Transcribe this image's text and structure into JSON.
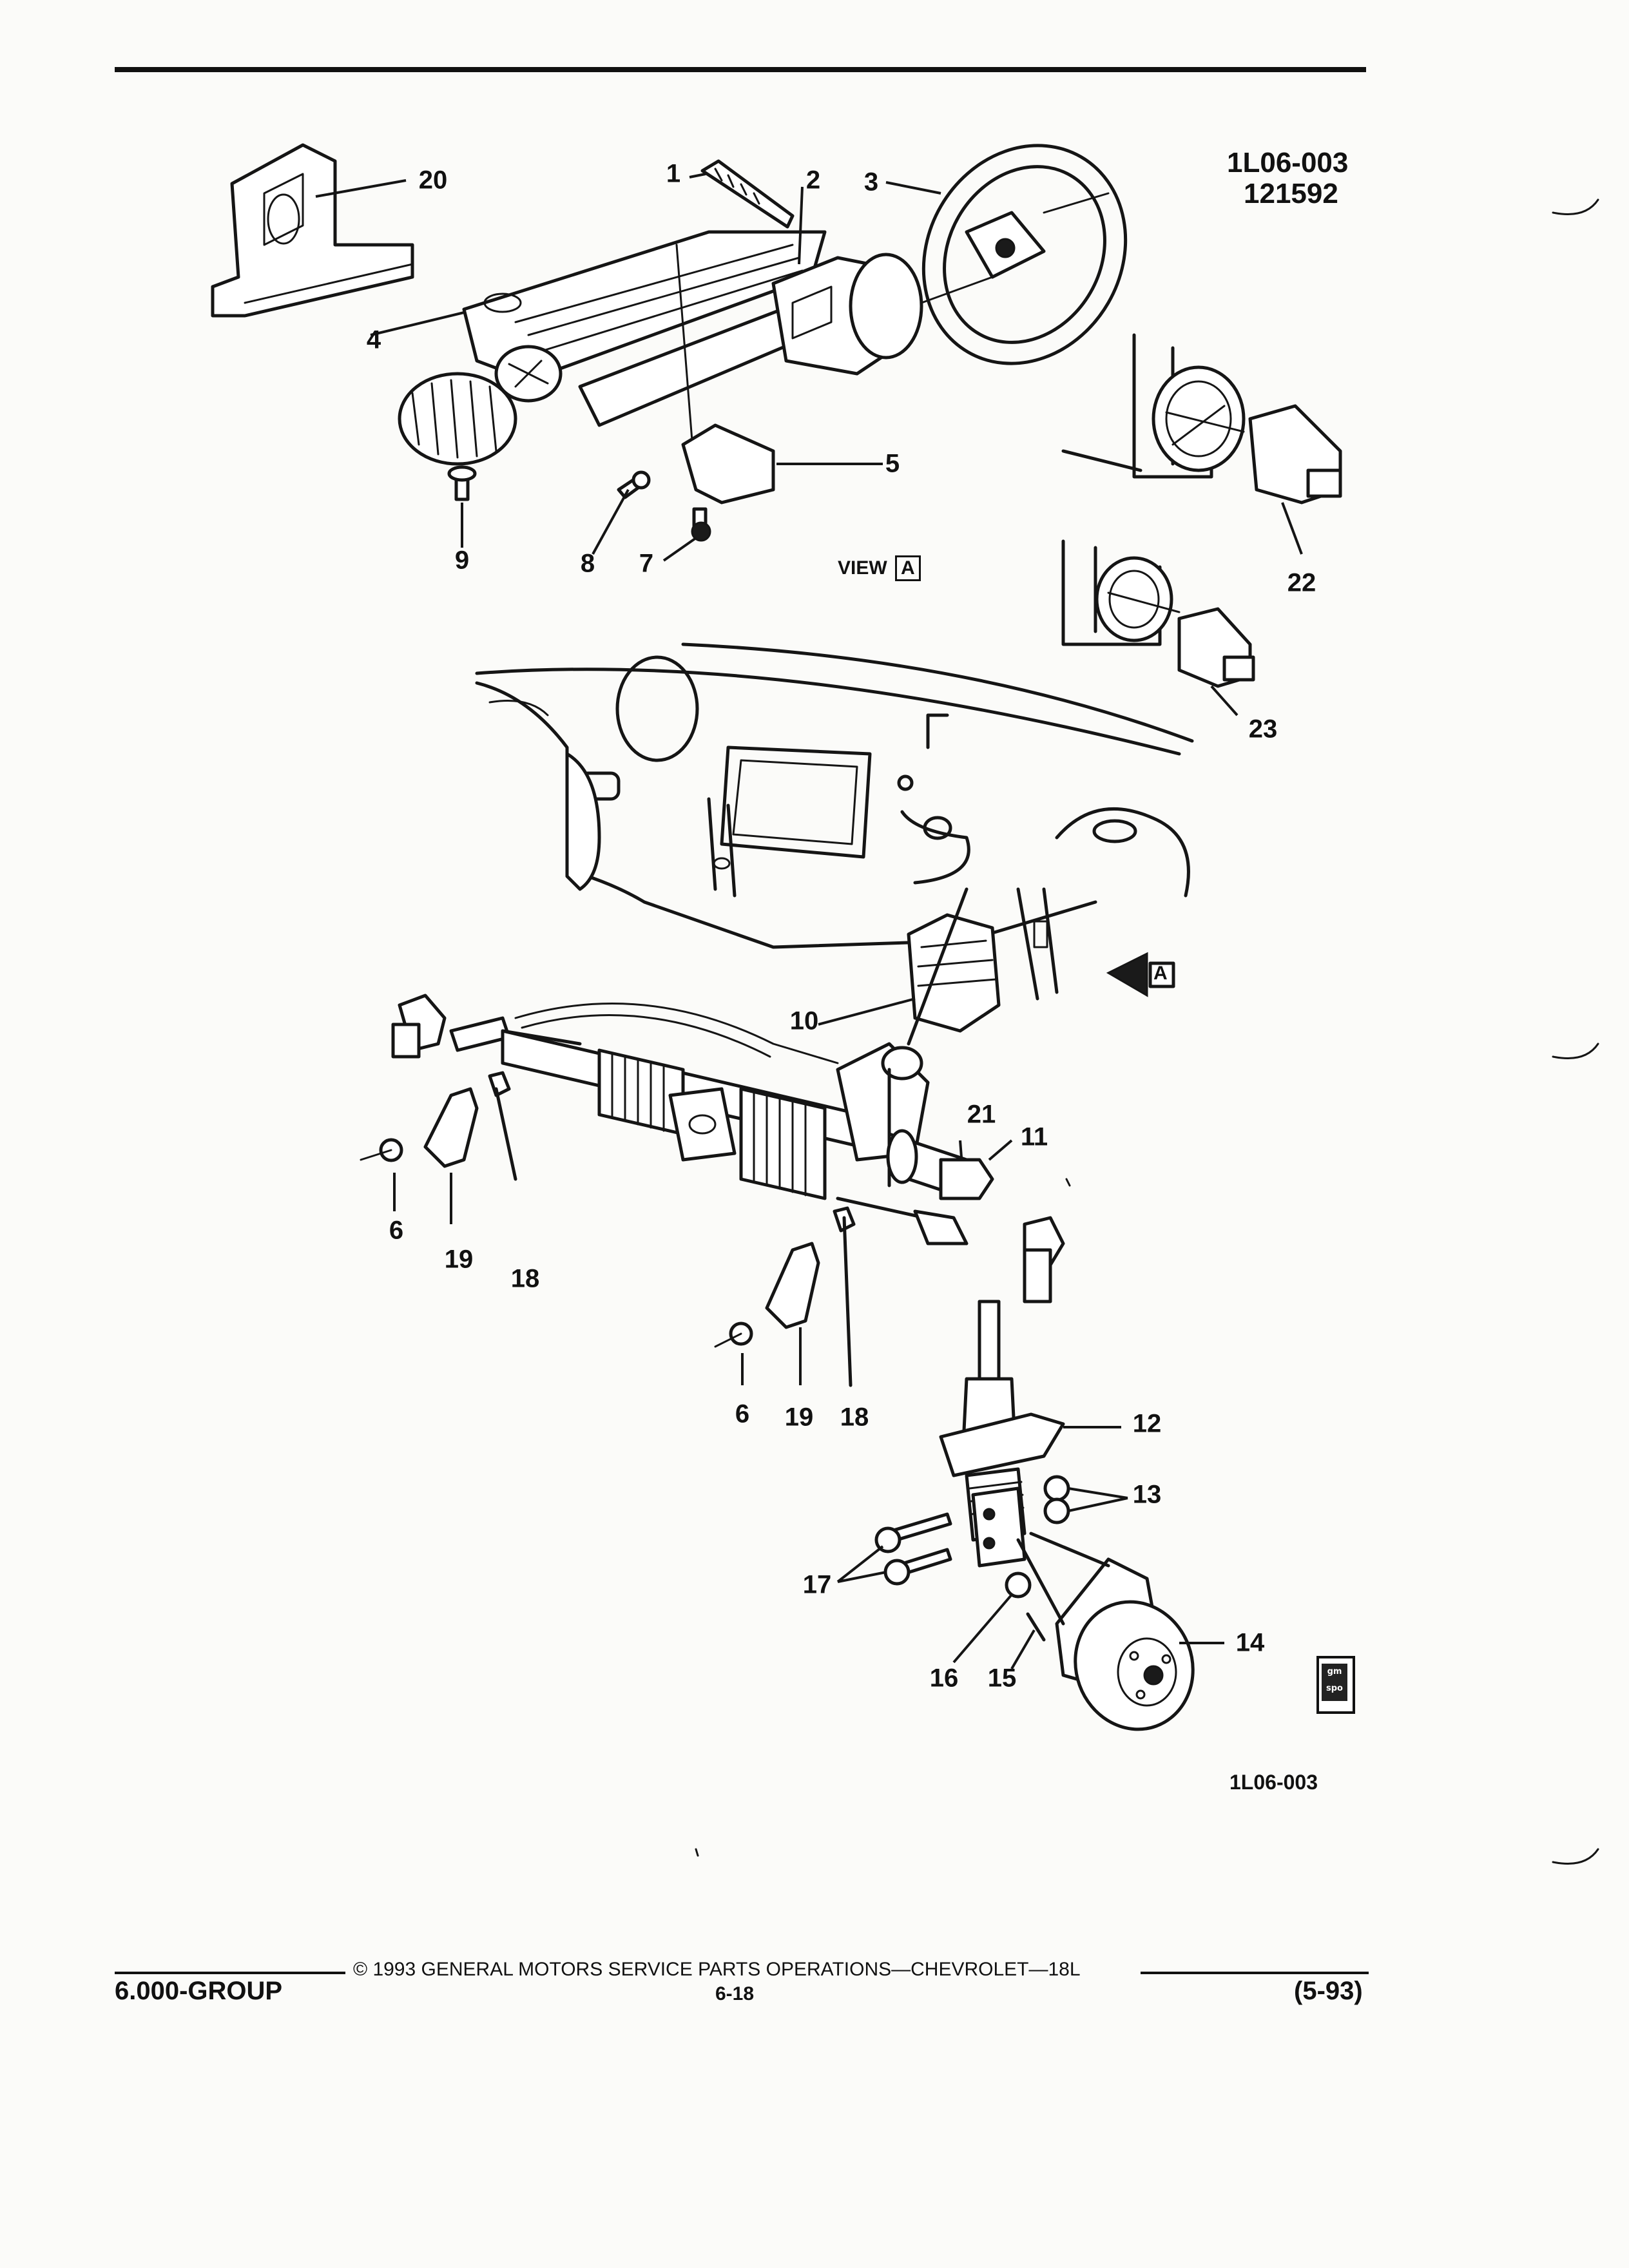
{
  "header": {
    "ref_code": "1L06-003",
    "ref_date": "121592"
  },
  "diagram": {
    "view_label": "VIEW",
    "view_tag": "A",
    "arrow_tag": "A",
    "bottom_ref": "1L06-003",
    "logo_text": "gm spo",
    "callouts": [
      "1",
      "2",
      "3",
      "4",
      "5",
      "6",
      "6",
      "7",
      "8",
      "9",
      "10",
      "11",
      "12",
      "13",
      "14",
      "15",
      "16",
      "17",
      "18",
      "18",
      "19",
      "19",
      "20",
      "21",
      "22",
      "23"
    ]
  },
  "footer": {
    "copyright": "© 1993 GENERAL MOTORS SERVICE PARTS OPERATIONS—CHEVROLET—18L",
    "group": "6.000-GROUP",
    "page": "6-18",
    "date": "(5-93)"
  }
}
